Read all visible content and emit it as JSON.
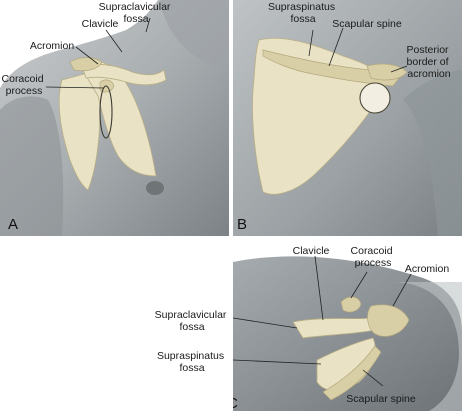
{
  "panels": [
    {
      "letter": "A",
      "labels": {
        "supraclavicular": [
          "Supraclavicular",
          "fossa"
        ],
        "clavicle": "Clavicle",
        "acromion": "Acromion",
        "coracoid": [
          "Coracoid",
          "process"
        ]
      }
    },
    {
      "letter": "B",
      "labels": {
        "supraspinatus": [
          "Supraspinatus",
          "fossa"
        ],
        "spine": "Scapular spine",
        "posterior": [
          "Posterior",
          "border of",
          "acromion"
        ]
      }
    },
    {
      "letter": "C",
      "labels": {
        "clavicle": "Clavicle",
        "coracoid": [
          "Coracoid",
          "process"
        ],
        "acromion": "Acromion",
        "supraclavicular": [
          "Supraclavicular",
          "fossa"
        ],
        "supraspinatus": [
          "Supraspinatus",
          "fossa"
        ],
        "spine": "Scapular spine"
      }
    }
  ]
}
